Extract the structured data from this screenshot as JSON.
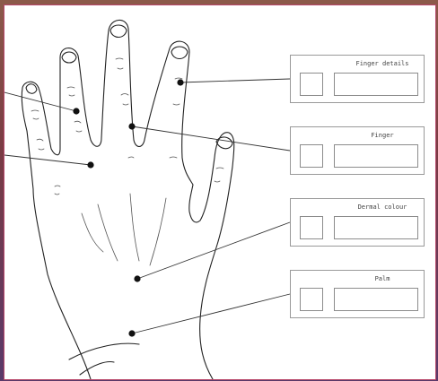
{
  "panels": [
    {
      "title": "Finger details"
    },
    {
      "title": "Finger"
    },
    {
      "title": "Dermal colour"
    },
    {
      "title": "Palm"
    }
  ]
}
